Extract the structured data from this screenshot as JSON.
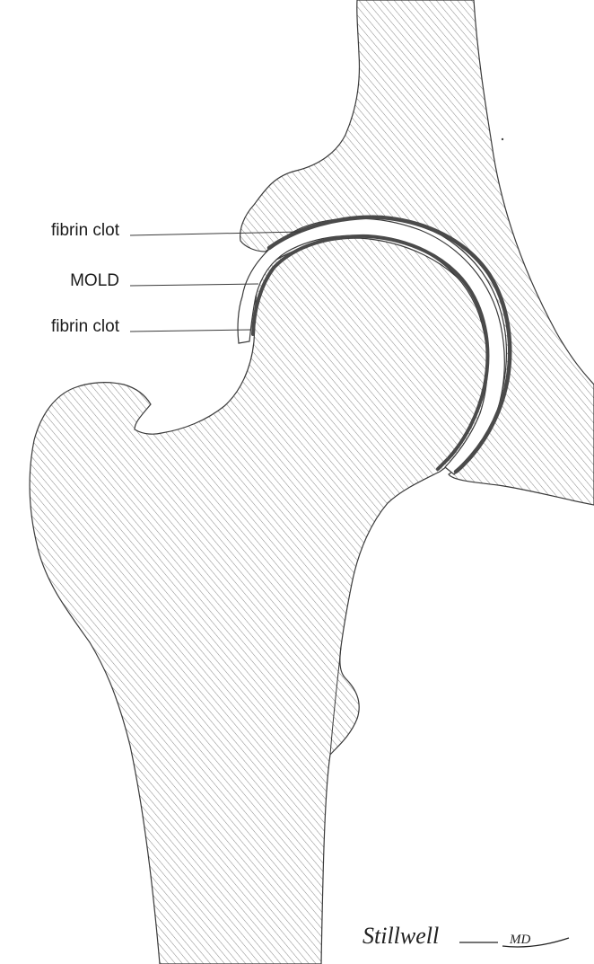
{
  "labels": {
    "fibrin_clot_upper": "fibrin clot",
    "mold": "MOLD",
    "fibrin_clot_lower": "fibrin clot"
  },
  "signature": {
    "name": "Stillwell",
    "suffix": "MD"
  },
  "colors": {
    "hatch": "#7a7a7a",
    "outline": "#3a3a3a",
    "clot": "#4a4a4a",
    "mold": "#ffffff",
    "background": "#ffffff"
  }
}
